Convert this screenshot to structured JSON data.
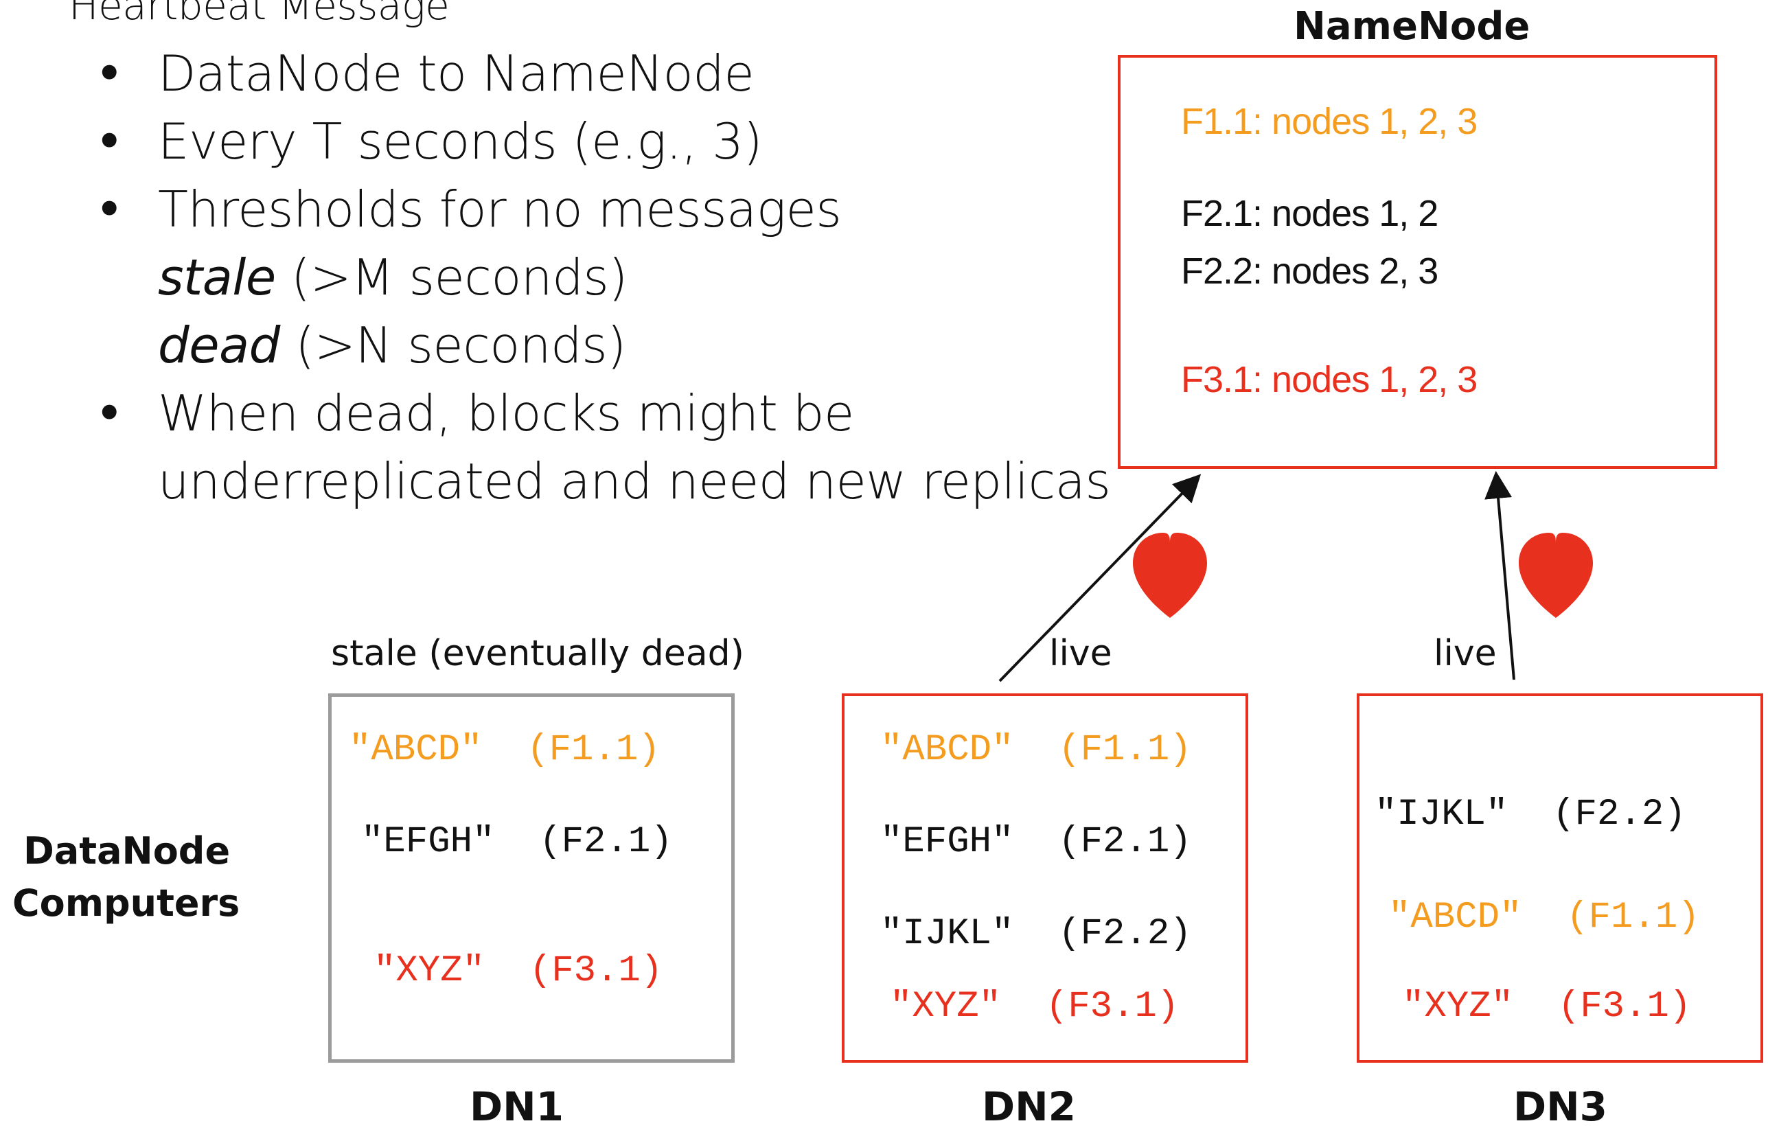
{
  "heading": "Heartbeat Message",
  "bullets": {
    "b1": "DataNode to NameNode",
    "b2": "Every T seconds (e.g., 3)",
    "b3": "Thresholds for no messages",
    "b3_stale_word": "stale",
    "b3_stale_rest": " (>M seconds)",
    "b3_dead_word": "dead",
    "b3_dead_rest": " (>N seconds)",
    "b4_line1": "When dead, blocks might be",
    "b4_line2": "underreplicated and need new replicas"
  },
  "namenode": {
    "title": "NameNode",
    "entries": [
      {
        "text": "F1.1: nodes 1, 2, 3",
        "color": "#f39c1f"
      },
      {
        "text": "F2.1: nodes 1, 2",
        "color": "#111111"
      },
      {
        "text": "F2.2: nodes 2, 3",
        "color": "#111111"
      },
      {
        "text": "F3.1: nodes 1, 2, 3",
        "color": "#e8301f"
      }
    ]
  },
  "datanodes_label": {
    "line1": "DataNode",
    "line2": "Computers"
  },
  "dn1": {
    "status": "stale (eventually dead)",
    "title": "DN1",
    "blocks": [
      {
        "text": "\"ABCD\"  (F1.1)",
        "color": "#f39c1f"
      },
      {
        "text": "\"EFGH\"  (F2.1)",
        "color": "#111111"
      },
      {
        "text": "\"XYZ\"  (F3.1)",
        "color": "#e8301f"
      }
    ]
  },
  "dn2": {
    "status": "live",
    "title": "DN2",
    "blocks": [
      {
        "text": "\"ABCD\"  (F1.1)",
        "color": "#f39c1f"
      },
      {
        "text": "\"EFGH\"  (F2.1)",
        "color": "#111111"
      },
      {
        "text": "\"IJKL\"  (F2.2)",
        "color": "#111111"
      },
      {
        "text": "\"XYZ\"  (F3.1)",
        "color": "#e8301f"
      }
    ]
  },
  "dn3": {
    "status": "live",
    "title": "DN3",
    "blocks": [
      {
        "text": "\"IJKL\"  (F2.2)",
        "color": "#111111"
      },
      {
        "text": "\"ABCD\"  (F1.1)",
        "color": "#f39c1f"
      },
      {
        "text": "\"XYZ\"  (F3.1)",
        "color": "#e8301f"
      }
    ]
  },
  "colors": {
    "accent_red": "#e8301f",
    "orange": "#f39c1f",
    "stale_border": "#9b9b9b",
    "heart": "#e8301f"
  },
  "icons": [
    "heart-icon",
    "heartbeat-arrow"
  ]
}
